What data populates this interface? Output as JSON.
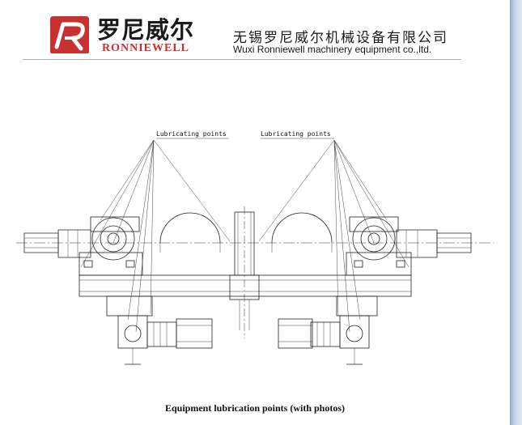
{
  "header": {
    "brand_cn": "罗尼威尔",
    "brand_en": "RONNIEWELL",
    "company_cn": "无锡罗尼威尔机械设备有限公司",
    "company_en": "Wuxi Ronniewell machinery equipment co.,ltd.",
    "logo_icon": "ronniewell-logo-icon",
    "logo_color": "#c8312f"
  },
  "drawing": {
    "left_label": "Lubricating points",
    "right_label": "Lubricating points"
  },
  "caption": "Equipment lubrication points (with photos)"
}
